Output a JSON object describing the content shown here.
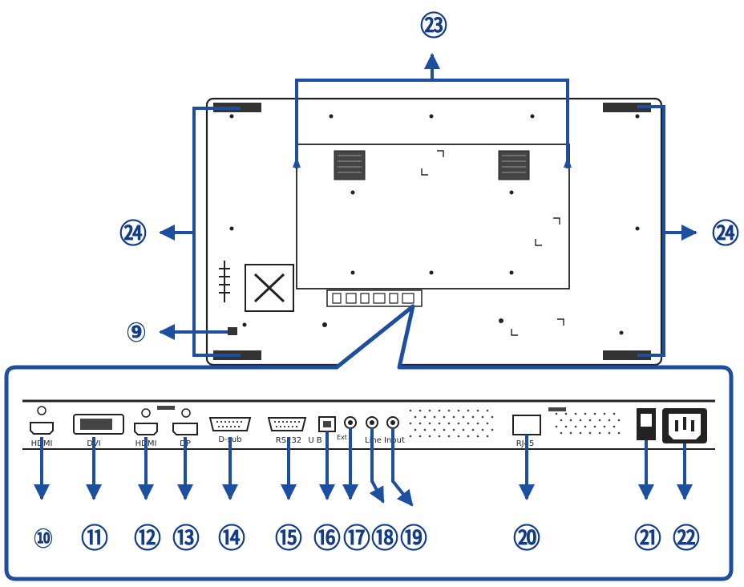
{
  "colors": {
    "accent": "#1d4fa0",
    "outline": "#222222",
    "panel_fill": "#ffffff"
  },
  "callouts": {
    "c9": "⑨",
    "c10": "⑩",
    "c11": "⑪",
    "c12": "⑫",
    "c13": "⑬",
    "c14": "⑭",
    "c15": "⑮",
    "c16": "⑯",
    "c17": "⑰",
    "c18": "⑱",
    "c19": "⑲",
    "c20": "⑳",
    "c21": "㉑",
    "c22": "㉒",
    "c23": "㉓",
    "c24_left": "㉔",
    "c24_right": "㉔"
  },
  "port_labels": {
    "hdmi1": "HDMI",
    "dvi": "DVI",
    "hdmi2": "HDMI",
    "dp": "DP",
    "dsub": "D-sub",
    "rs232": "RS232",
    "usb": "U B",
    "external": "Ext",
    "line_input": "Line Input",
    "rj45": "RJ45"
  }
}
